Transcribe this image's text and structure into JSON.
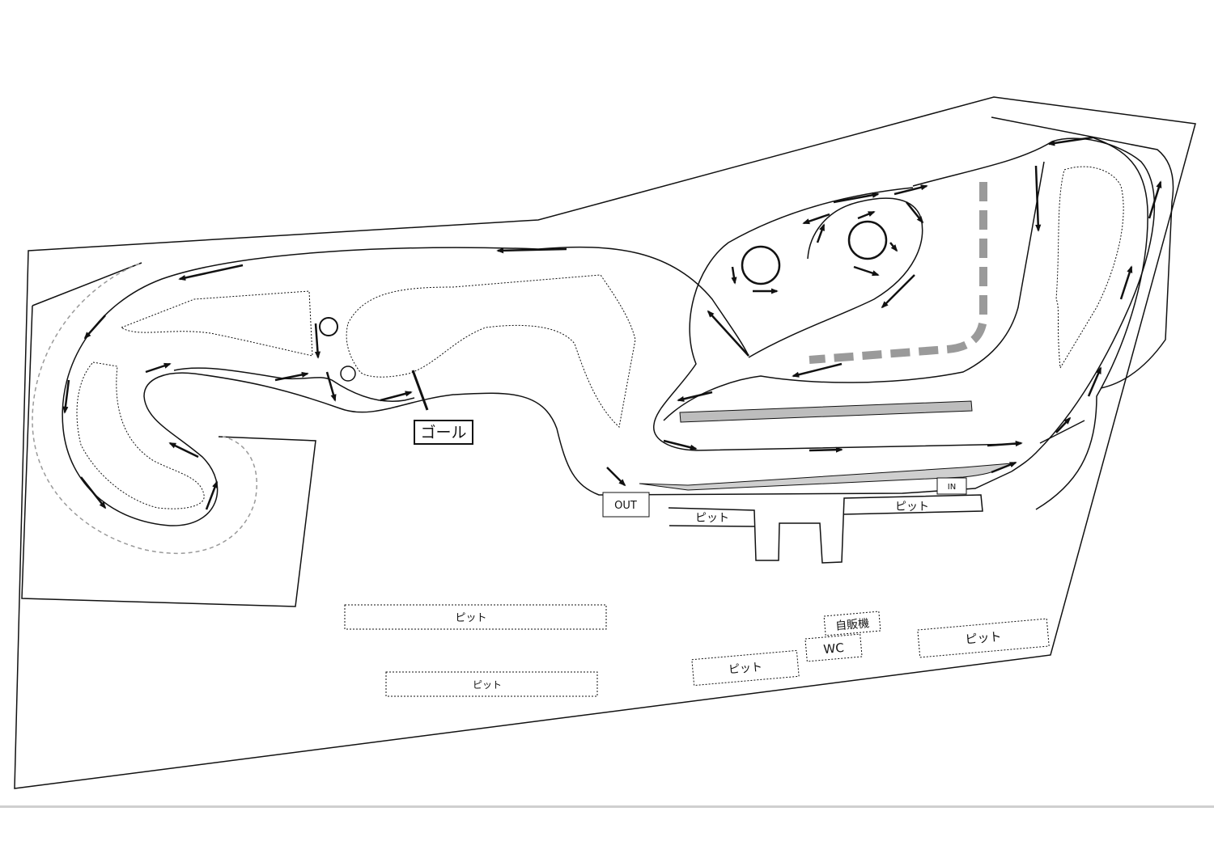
{
  "map": {
    "labels": {
      "goal": "ゴール",
      "out": "OUT",
      "in": "IN",
      "pit": "ピット",
      "vending": "自販機",
      "wc": "WC"
    },
    "colors": {
      "line": "#111111",
      "dashed_gray": "#9a9a9a",
      "gray_fill": "#bdbdbd",
      "background": "#ffffff"
    }
  }
}
